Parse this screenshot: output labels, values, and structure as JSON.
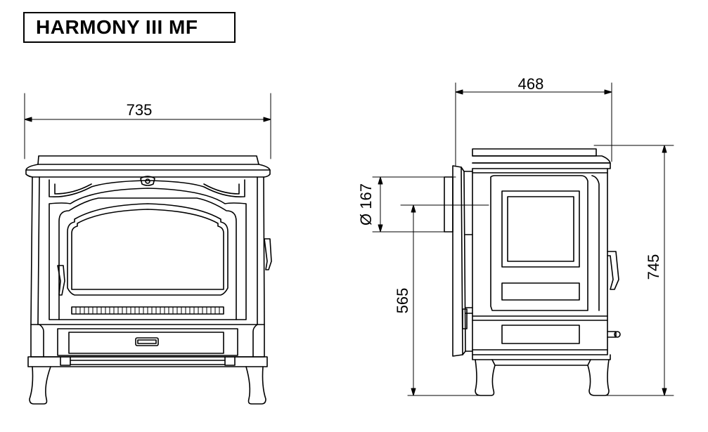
{
  "title": "HARMONY III MF",
  "dimensions": {
    "width": "735",
    "depth": "468",
    "flue_diameter": "Ø 167",
    "flue_height": "565",
    "total_height": "745"
  },
  "colors": {
    "line": "#000000",
    "background": "#ffffff"
  }
}
